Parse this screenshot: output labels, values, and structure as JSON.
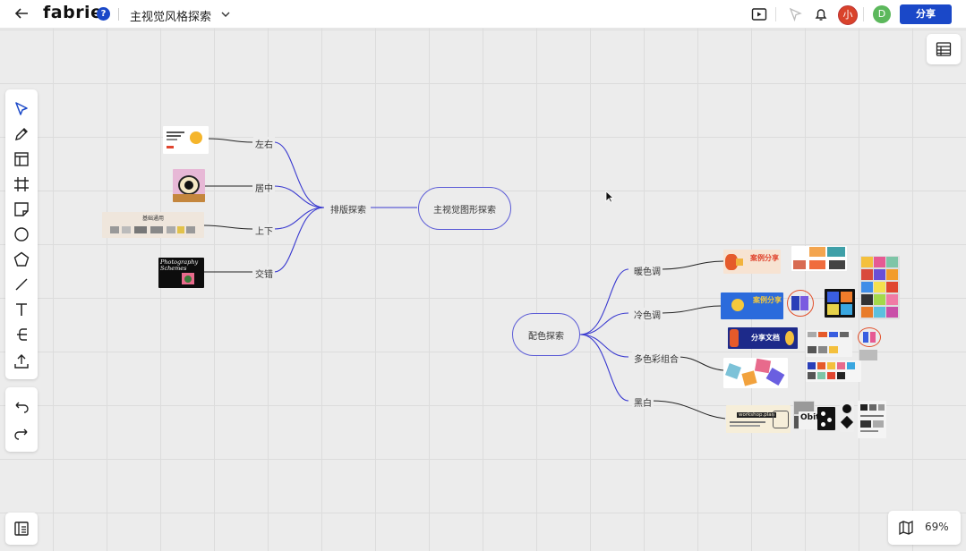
{
  "header": {
    "logo": "fabrie",
    "help": "?",
    "doc_title": "主视觉风格探索",
    "avatar_user1": "小",
    "avatar_user2": "D",
    "share_label": "分享",
    "colors": {
      "accent": "#1a48c8",
      "avatar1": "#d9432b",
      "avatar2": "#5cb85c"
    }
  },
  "toolbar": {
    "tools": [
      "select-icon",
      "pen-icon",
      "frame-layout-icon",
      "crop-grid-icon",
      "sticky-note-icon",
      "circle-icon",
      "pentagon-icon",
      "line-icon",
      "text-icon",
      "mindmap-icon",
      "upload-icon"
    ],
    "history": [
      "undo-icon",
      "redo-icon"
    ]
  },
  "zoom": {
    "level": "69%"
  },
  "mindmap": {
    "root1": "主视觉图形探索",
    "branch1": "排版探索",
    "branch1_children": [
      "左右",
      "居中",
      "上下",
      "交错"
    ],
    "root2": "配色探索",
    "branch2_children": [
      "暖色调",
      "冷色调",
      "多色彩组合",
      "黑白"
    ],
    "thumb_texts": {
      "t_shangxia": "基础通用",
      "t_jiaocuo": "Photography Schemes",
      "warm": "案例分享",
      "cool": "案例分享",
      "multi": "分享文档",
      "bw1": "Obit.",
      "bw2": "workshop.plan"
    }
  }
}
